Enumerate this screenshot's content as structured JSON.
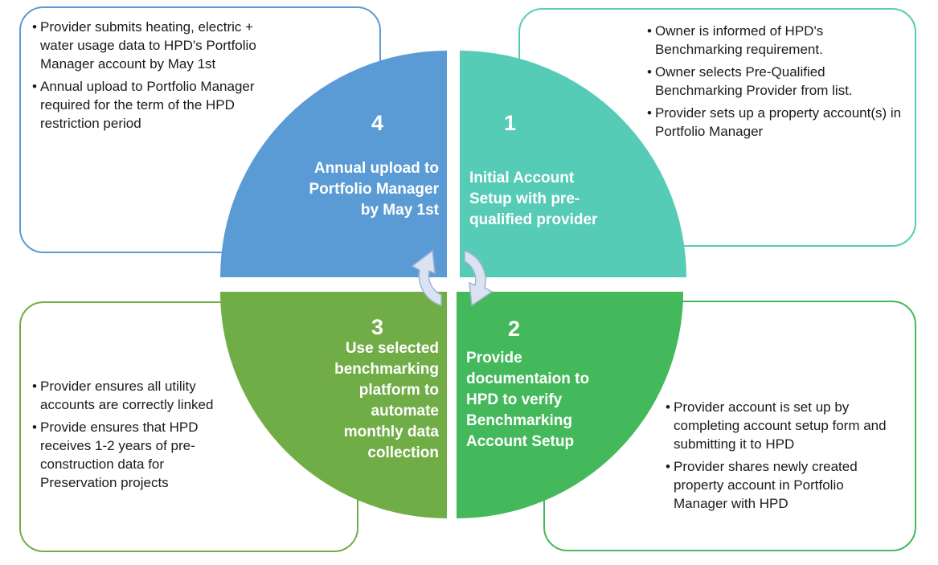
{
  "steps": [
    {
      "number": "1",
      "title": "Initial Account Setup with pre-qualified provider",
      "color": "#56cbb6",
      "bullets": [
        "Owner is informed of HPD's Benchmarking requirement.",
        "Owner selects Pre-Qualified Benchmarking Provider from list.",
        "Provider sets up a property account(s) in Portfolio Manager"
      ]
    },
    {
      "number": "2",
      "title": "Provide documentaion to HPD to verify Benchmarking Account Setup",
      "color": "#44b95b",
      "bullets": [
        "Provider account is set up by completing account setup form and submitting it to HPD",
        "Provider shares newly created property account in Portfolio Manager with HPD"
      ]
    },
    {
      "number": "3",
      "title": "Use selected benchmarking platform to automate monthly data collection",
      "color": "#71ad47",
      "bullets": [
        "Provider ensures all utility accounts are correctly linked",
        "Provide ensures that HPD receives 1-2 years of pre-construction data for Preservation projects"
      ]
    },
    {
      "number": "4",
      "title": "Annual upload to Portfolio Manager by May 1st",
      "color": "#5b9bd5",
      "bullets": [
        "Provider submits heating, electric + water usage data to HPD's Portfolio Manager account by May 1st",
        "Annual upload to Portfolio Manager required for the term of the HPD restriction period"
      ]
    }
  ],
  "bullet_char": "•",
  "cycle_arrow_color": "#dbe3f1"
}
